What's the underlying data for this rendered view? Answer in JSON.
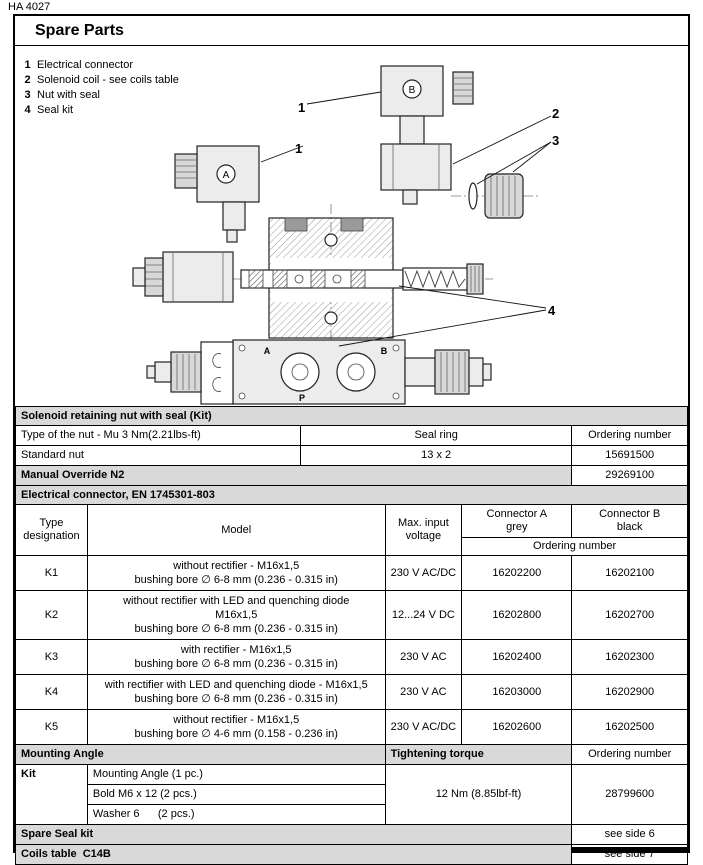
{
  "page": {
    "doc_number": "HA 4027",
    "title": "Spare Parts"
  },
  "parts_list": [
    {
      "num": "1",
      "label": "Electrical connector"
    },
    {
      "num": "2",
      "label": "Solenoid coil - see coils table"
    },
    {
      "num": "3",
      "label": "Nut with seal"
    },
    {
      "num": "4",
      "label": "Seal kit"
    }
  ],
  "diagram": {
    "connector_a_label": "A",
    "connector_b_label": "B",
    "port_a": "A",
    "port_b": "B",
    "port_p": "P",
    "callout_1a": "1",
    "callout_1b": "1",
    "callout_2": "2",
    "callout_3": "3",
    "callout_4": "4"
  },
  "nut_table": {
    "section_title": "Solenoid retaining nut with seal (Kit)",
    "headers": {
      "type": "Type of the nut - Mu 3 Nm(2.21lbs-ft)",
      "seal": "Seal ring",
      "order": "Ordering number"
    },
    "row_standard": {
      "type": "Standard nut",
      "seal": "13 x 2",
      "order": "15691500"
    },
    "row_override": {
      "type": "Manual Override N2",
      "order": "29269100"
    }
  },
  "connector_table": {
    "section_title": "Electrical connector, EN 1745301-803",
    "headers": {
      "type_l1": "Type",
      "type_l2": "designation",
      "model": "Model",
      "voltage_l1": "Max. input",
      "voltage_l2": "voltage",
      "conn_a_l1": "Connector A",
      "conn_a_l2": "grey",
      "conn_b_l1": "Connector B",
      "conn_b_l2": "black",
      "ordering": "Ordering number"
    },
    "rows": [
      {
        "type": "K1",
        "model_lines": [
          "without rectifier - M16x1,5",
          "bushing bore ∅ 6-8 mm (0.236 - 0.315 in)"
        ],
        "voltage": "230 V AC/DC",
        "a": "16202200",
        "b": "16202100"
      },
      {
        "type": "K2",
        "model_lines": [
          "without rectifier with LED and quenching diode",
          "M16x1,5",
          "bushing bore ∅ 6-8 mm (0.236 - 0.315 in)"
        ],
        "voltage": "12...24 V DC",
        "a": "16202800",
        "b": "16202700"
      },
      {
        "type": "K3",
        "model_lines": [
          "with rectifier - M16x1,5",
          "bushing bore ∅ 6-8 mm (0.236 - 0.315 in)"
        ],
        "voltage": "230 V AC",
        "a": "16202400",
        "b": "16202300"
      },
      {
        "type": "K4",
        "model_lines": [
          "with rectifier with LED and quenching diode - M16x1,5",
          "bushing bore ∅ 6-8 mm (0.236 - 0.315 in)"
        ],
        "voltage": "230 V AC",
        "a": "16203000",
        "b": "16202900"
      },
      {
        "type": "K5",
        "model_lines": [
          "without rectifier - M16x1,5",
          "bushing bore ∅ 4-6 mm (0.158 - 0.236 in)"
        ],
        "voltage": "230 V AC/DC",
        "a": "16202600",
        "b": "16202500"
      }
    ]
  },
  "mounting_table": {
    "title": "Mounting Angle",
    "torque_header": "Tightening torque",
    "order_header": "Ordering number",
    "kit_label": "Kit",
    "items": [
      "Mounting Angle (1 pc.)",
      "Bold M6 x 12 (2 pcs.)",
      "Washer 6      (2 pcs.)"
    ],
    "torque": "12 Nm (8.85lbf-ft)",
    "order": "28799600"
  },
  "footer": {
    "seal_kit_label": "Spare Seal kit",
    "seal_kit_value": "see side 6",
    "coils_label": "Coils table  C14B",
    "coils_value": "see side 7"
  },
  "colors": {
    "band_grey": "#d9d9d9",
    "border": "#000000"
  }
}
